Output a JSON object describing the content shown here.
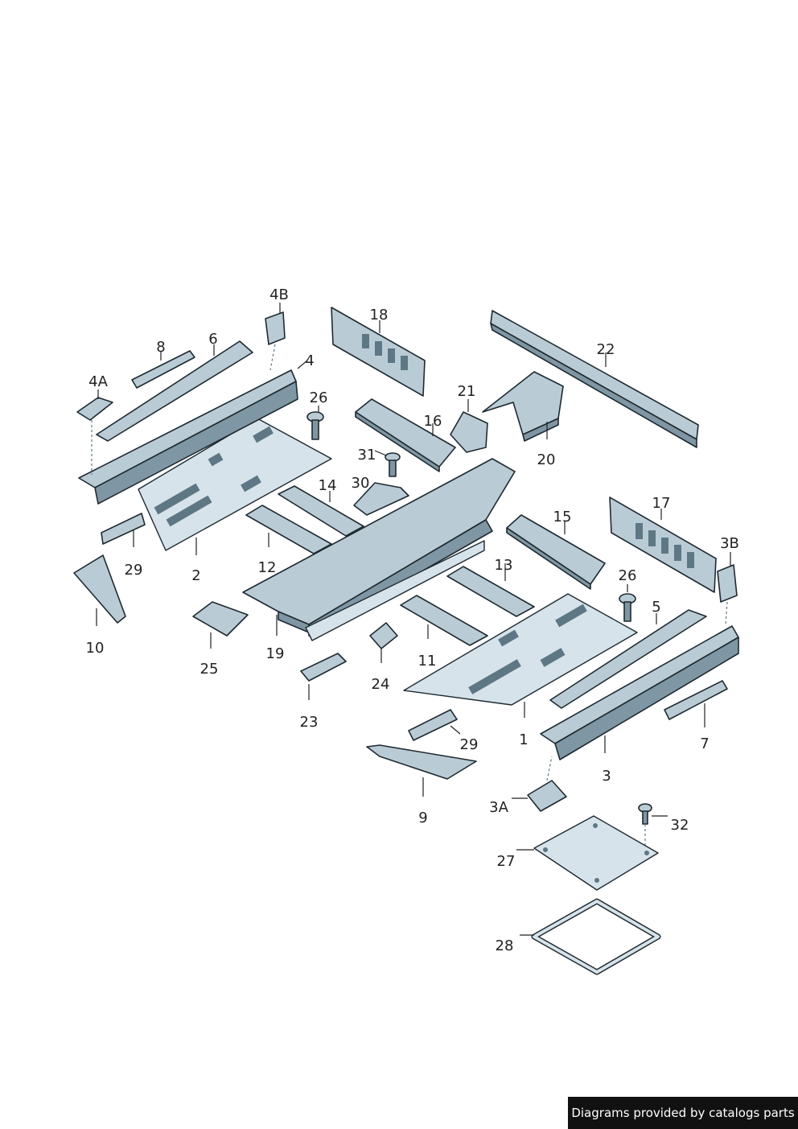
{
  "callouts": {
    "c1": "1",
    "c2": "2",
    "c3": "3",
    "c3A": "3A",
    "c3B": "3B",
    "c4": "4",
    "c4A": "4A",
    "c4B": "4B",
    "c5": "5",
    "c6": "6",
    "c7": "7",
    "c8": "8",
    "c9": "9",
    "c10": "10",
    "c11": "11",
    "c12": "12",
    "c13": "13",
    "c14": "14",
    "c15": "15",
    "c16": "16",
    "c17": "17",
    "c18": "18",
    "c19": "19",
    "c20": "20",
    "c21": "21",
    "c22": "22",
    "c23": "23",
    "c24": "24",
    "c25": "25",
    "c26a": "26",
    "c26b": "26",
    "c27": "27",
    "c28": "28",
    "c29a": "29",
    "c29b": "29",
    "c30": "30",
    "c31": "31",
    "c32": "32"
  },
  "footer": {
    "text": "Diagrams provided by catalogs parts"
  },
  "colors": {
    "metal": "#b9ccd6",
    "shadow": "#7f97a4",
    "outline": "#1e2a30",
    "banner": "#111111"
  }
}
